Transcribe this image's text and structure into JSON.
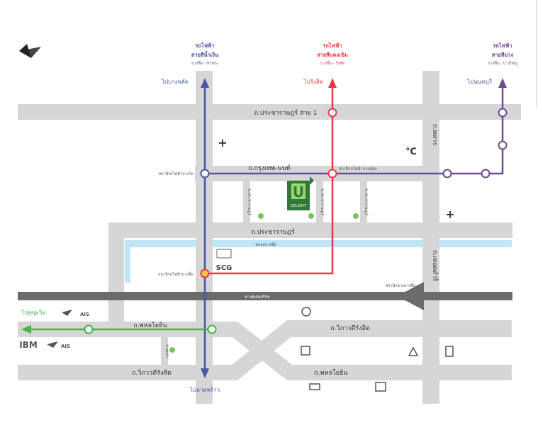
{
  "colors": {
    "road": "#d6d6d6",
    "expressway": "#6b6b6b",
    "canal": "#bfe6f8",
    "blue_line": "#4a56a6",
    "red_line": "#e53b45",
    "purple_line": "#6a4c93",
    "green_line": "#46b24a",
    "project": "#2f7a3a"
  },
  "lines": {
    "blue": {
      "title_1": "รถไฟฟ้า",
      "title_2": "สายสีน้ำเงิน",
      "sub": "บางซื่อ - ท่าพระ",
      "dir_top": "ไปบางพลัด",
      "dir_bottom": "ไปลาดพร้าว"
    },
    "red": {
      "title_1": "รถไฟฟ้า",
      "title_2": "สายสีแดงเข้ม",
      "sub": "บางซื่อ - รังสิต",
      "dir_top": "ไปรังสิต"
    },
    "purple": {
      "title_1": "รถไฟฟ้า",
      "title_2": "สายสีม่วง",
      "sub": "บางซื่อ - บางใหญ่",
      "dir_top": "ไปนนทบุรี"
    },
    "green": {
      "dir_left": "ไปสุขุมวิท"
    }
  },
  "roads": {
    "prachachuen_1": "ถ.ประชาราษฎร์ สาย 1",
    "krungthep_nonthaburi": "ถ.กรุงเทพ-นนท์",
    "pracharat": "ถ.ประชาราษฎร์",
    "phahon_1": "ถ.พหลโยธิน",
    "vibhavadi_1": "ถ.วิภาวดีรังสิต",
    "vibhavadi_2": "ถ.วิภาวดีรังสิต",
    "phahon_2": "ถ.พหลโยธิน",
    "vertical_right_top": "ถ.ทหาร",
    "vertical_right_mid": "ถ.เทอดดำริ",
    "soi_1": "ซ.ประชาราษฎร์",
    "soi_2": "ซ.ประชาราษฎร์",
    "soi_3": "ซ.ประชาราษฎร์",
    "soi_4": "ซ.พหลฯ",
    "expressway": "ทางพิเศษศรีรัช",
    "canal": "คลองบางซื่อ"
  },
  "stations": {
    "bangpho_blue": "สถานีรถไฟฟ้าบางโพ",
    "bangson_red": "สถานีรถไฟฟ้าบางซ่อน",
    "bangsue": "สถานีรถไฟฟ้าบางซื่อ",
    "bangsue_junction": "สถานีกลางบางซื่อ"
  },
  "landmarks": {
    "project_letter": "U",
    "project_name": "DELIGHT",
    "scg": "SCG",
    "ibm": "IBM",
    "ais_1": "AIS",
    "ais_2": "AIS",
    "degree_symbol": "℃",
    "hospital_1": "+",
    "hospital_2": "+"
  }
}
